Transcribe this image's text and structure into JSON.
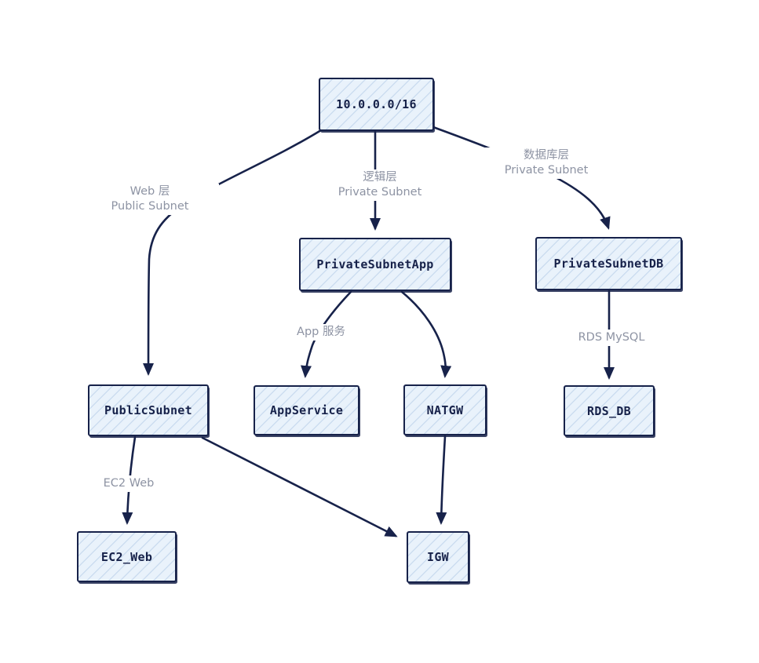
{
  "diagram": {
    "type": "flowchart-top-down",
    "colors": {
      "background": "#ffffff",
      "node_fill": "#e9f2fb",
      "node_border": "#17224a",
      "node_text": "#17224a",
      "edge_stroke": "#17224a",
      "edge_label_text": "#8d93a3"
    },
    "nodes": [
      {
        "id": "vpc",
        "label": "10.0.0.0/16"
      },
      {
        "id": "private_subnet_app",
        "label": "PrivateSubnetApp"
      },
      {
        "id": "private_subnet_db",
        "label": "PrivateSubnetDB"
      },
      {
        "id": "public_subnet",
        "label": "PublicSubnet"
      },
      {
        "id": "app_service",
        "label": "AppService"
      },
      {
        "id": "natgw",
        "label": "NATGW"
      },
      {
        "id": "rds_db",
        "label": "RDS_DB"
      },
      {
        "id": "ec2_web",
        "label": "EC2_Web"
      },
      {
        "id": "igw",
        "label": "IGW"
      }
    ],
    "edges": [
      {
        "from": "10.0.0.0/16",
        "to": "PublicSubnet",
        "lines": [
          "Web 层",
          "Public Subnet"
        ]
      },
      {
        "from": "10.0.0.0/16",
        "to": "PrivateSubnetApp",
        "lines": [
          "逻辑层",
          "Private Subnet"
        ]
      },
      {
        "from": "10.0.0.0/16",
        "to": "PrivateSubnetDB",
        "lines": [
          "数据库层",
          "Private Subnet"
        ]
      },
      {
        "from": "PrivateSubnetApp",
        "to": "AppService",
        "lines": [
          "App 服务"
        ]
      },
      {
        "from": "PrivateSubnetApp",
        "to": "NATGW",
        "lines": []
      },
      {
        "from": "PrivateSubnetDB",
        "to": "RDS_DB",
        "lines": [
          "RDS MySQL"
        ]
      },
      {
        "from": "PublicSubnet",
        "to": "EC2_Web",
        "lines": [
          "EC2 Web"
        ]
      },
      {
        "from": "PublicSubnet",
        "to": "IGW",
        "lines": []
      },
      {
        "from": "NATGW",
        "to": "IGW",
        "lines": []
      }
    ]
  }
}
